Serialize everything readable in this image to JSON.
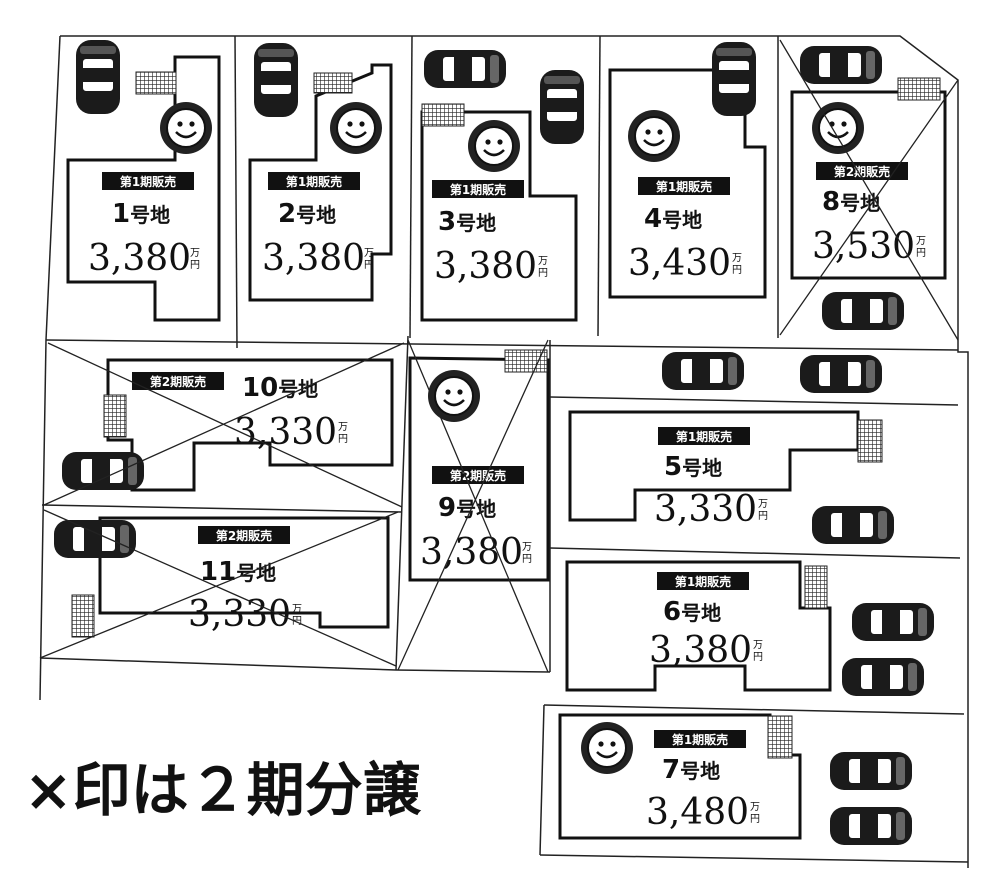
{
  "unit_top": "万",
  "unit_bottom": "円",
  "lot_suffix": "号地",
  "note": "×印は２期分譲",
  "lots": [
    {
      "number": "1",
      "phase": "第1期販売",
      "price": "3,380",
      "crossed": false
    },
    {
      "number": "2",
      "phase": "第1期販売",
      "price": "3,380",
      "crossed": false
    },
    {
      "number": "3",
      "phase": "第1期販売",
      "price": "3,380",
      "crossed": false
    },
    {
      "number": "4",
      "phase": "第1期販売",
      "price": "3,430",
      "crossed": false
    },
    {
      "number": "8",
      "phase": "第2期販売",
      "price": "3,530",
      "crossed": true
    },
    {
      "number": "10",
      "phase": "第2期販売",
      "price": "3,330",
      "crossed": true
    },
    {
      "number": "9",
      "phase": "第2期販売",
      "price": "3,380",
      "crossed": true
    },
    {
      "number": "5",
      "phase": "第1期販売",
      "price": "3,330",
      "crossed": false
    },
    {
      "number": "11",
      "phase": "第2期販売",
      "price": "3,330",
      "crossed": true
    },
    {
      "number": "6",
      "phase": "第1期販売",
      "price": "3,380",
      "crossed": false
    },
    {
      "number": "7",
      "phase": "第1期販売",
      "price": "3,480",
      "crossed": false
    }
  ]
}
